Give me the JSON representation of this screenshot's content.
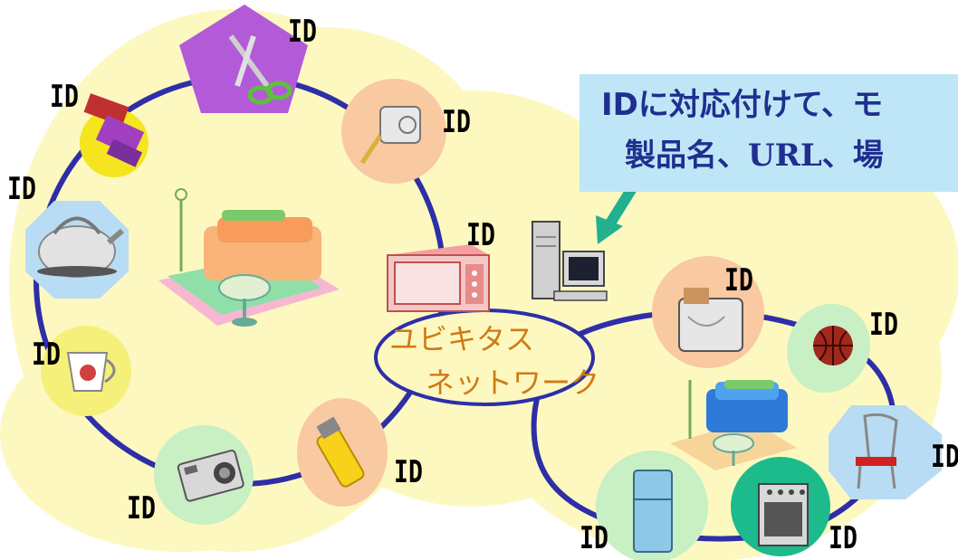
{
  "id_tag": "ID",
  "callout": {
    "line1": "IDに対応付けて、モ",
    "line2": "製品名、URL、場"
  },
  "network": {
    "line1": "ユビキタス",
    "line2": "ネットワーク"
  },
  "colors": {
    "cloud": "#fdf8c0",
    "ring": "#2e2ea8",
    "callout_bg": "#bfe6f6",
    "callout_text": "#1f2f8f",
    "arrow": "#22b090",
    "network_text": "#d07a16"
  },
  "items": [
    {
      "name": "scissors",
      "shape": "pentagon",
      "color": "#b35ad8"
    },
    {
      "name": "cleaner",
      "shape": "circle",
      "color": "#f5e51e"
    },
    {
      "name": "tape-measure",
      "shape": "circle",
      "color": "#f9c9a2"
    },
    {
      "name": "kettle",
      "shape": "octagon",
      "color": "#b8dcf3"
    },
    {
      "name": "living-room",
      "shape": "circle",
      "color": "#ffffff"
    },
    {
      "name": "pitcher",
      "shape": "circle",
      "color": "#f5f07a"
    },
    {
      "name": "camera",
      "shape": "circle",
      "color": "#c9efc4"
    },
    {
      "name": "lighter",
      "shape": "ellipse",
      "color": "#f9c9a2"
    },
    {
      "name": "microwave",
      "shape": "none",
      "color": "#f4c7c7"
    },
    {
      "name": "computer",
      "shape": "none",
      "color": "#d0d0d0"
    },
    {
      "name": "toaster",
      "shape": "circle",
      "color": "#f9c9a2"
    },
    {
      "name": "ball",
      "shape": "ellipse",
      "color": "#c9efc4"
    },
    {
      "name": "chair",
      "shape": "octagon",
      "color": "#b8dcf3"
    },
    {
      "name": "living-room-2",
      "shape": "circle",
      "color": "#ffffff"
    },
    {
      "name": "fridge",
      "shape": "circle",
      "color": "#c9efc4"
    },
    {
      "name": "stove",
      "shape": "circle",
      "color": "#1dba8c"
    }
  ]
}
